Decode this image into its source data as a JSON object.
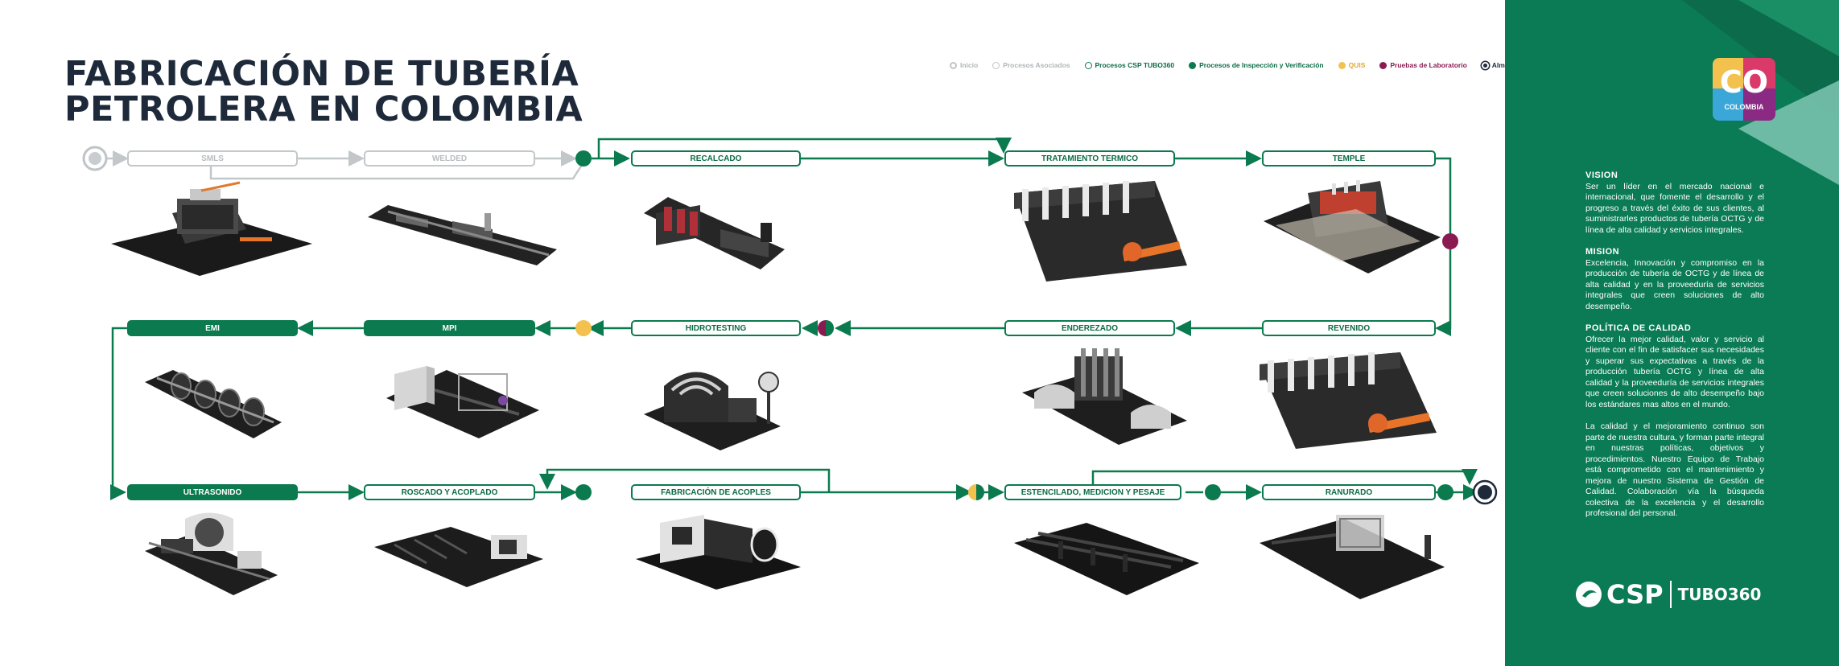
{
  "title": {
    "line1": "FABRICACIÓN DE TUBERÍA",
    "line2": "PETROLERA EN COLOMBIA"
  },
  "legend": [
    {
      "label": "Inicio",
      "color": "#bfc4c6",
      "style": "ring-grey"
    },
    {
      "label": "Procesos Asociados",
      "color": "#bfc4c6",
      "style": "ring"
    },
    {
      "label": "Procesos CSP TUBO360",
      "color": "#0b7a4f",
      "style": "ring"
    },
    {
      "label": "Procesos de Inspección y Verificación",
      "color": "#0b7a4f",
      "style": "fill"
    },
    {
      "label": "QUIS",
      "color": "#f2c14e",
      "style": "fill"
    },
    {
      "label": "Pruebas de Laboratorio",
      "color": "#8a1a52",
      "style": "fill"
    },
    {
      "label": "Almacenaje",
      "color": "#1e2a3a",
      "style": "end"
    }
  ],
  "stages": {
    "smls": "SMLS",
    "welded": "WELDED",
    "recalcado": "RECALCADO",
    "tratamiento": "TRATAMIENTO TERMICO",
    "temple": "TEMPLE",
    "revenido": "REVENIDO",
    "enderezado": "ENDEREZADO",
    "hidrotesting": "HIDROTESTING",
    "mpi": "MPI",
    "emi": "EMI",
    "ultrasonido": "ULTRASONIDO",
    "roscado": "ROSCADO Y ACOPLADO",
    "acoples": "FABRICACIÓN DE ACOPLES",
    "estencilado": "ESTENCILADO, MEDICION Y PESAJE",
    "ranurado": "RANURADO"
  },
  "side": {
    "logo_co": "CO",
    "logo_country": "COLOMBIA",
    "vision_title": "VISION",
    "vision_text": "Ser un líder en el mercado nacional e internacional, que fomente el desarrollo y el progreso a través del éxito de sus clientes, al suministrarles productos de tubería OCTG y de línea de alta calidad y servicios integrales.",
    "mision_title": "MISION",
    "mision_text": "Excelencia, Innovación y compromiso en la producción de tubería de OCTG y de línea de alta calidad y en la proveeduría de servicios integrales que creen soluciones de alto desempeño.",
    "politica_title": "POLÍTICA DE CALIDAD",
    "politica_text": "Ofrecer la mejor calidad, valor y servicio al cliente con el fin de satisfacer sus necesidades y superar sus expectativas a través de la producción tubería OCTG y línea de alta calidad y la proveeduría de servicios integrales que creen soluciones de alto desempeño bajo los estándares mas altos en el mundo.",
    "politica_text2": "La calidad y el mejoramiento continuo son parte de nuestra cultura, y forman parte integral en nuestras políticas, objetivos y procedimientos. Nuestro Equipo de Trabajo está comprometido con el mantenimiento y mejora de nuestro Sistema de Gestión de Calidad. Colaboración vía la búsqueda colectiva de la excelencia y el desarrollo profesional del personal.",
    "brand_csp": "CSP",
    "brand_tubo": "TUBO360"
  }
}
